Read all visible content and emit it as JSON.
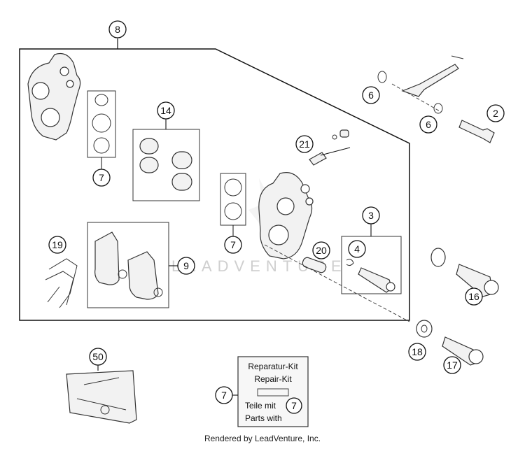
{
  "diagram": {
    "callouts": {
      "c8": "8",
      "c7a": "7",
      "c14": "14",
      "c7b": "7",
      "c21": "21",
      "c3": "3",
      "c4": "4",
      "c20": "20",
      "c19": "19",
      "c9": "9",
      "c6a": "6",
      "c6b": "6",
      "c2": "2",
      "c16": "16",
      "c18": "18",
      "c17": "17",
      "c50": "50",
      "c7c": "7",
      "c7d": "7"
    },
    "repair_kit": {
      "line1": "Reparatur-Kit",
      "line2": "Repair-Kit",
      "line3": "Teile mit",
      "line4": "Parts with"
    },
    "watermark": "LEADVENTURE"
  },
  "footer": "Rendered by LeadVenture, Inc."
}
